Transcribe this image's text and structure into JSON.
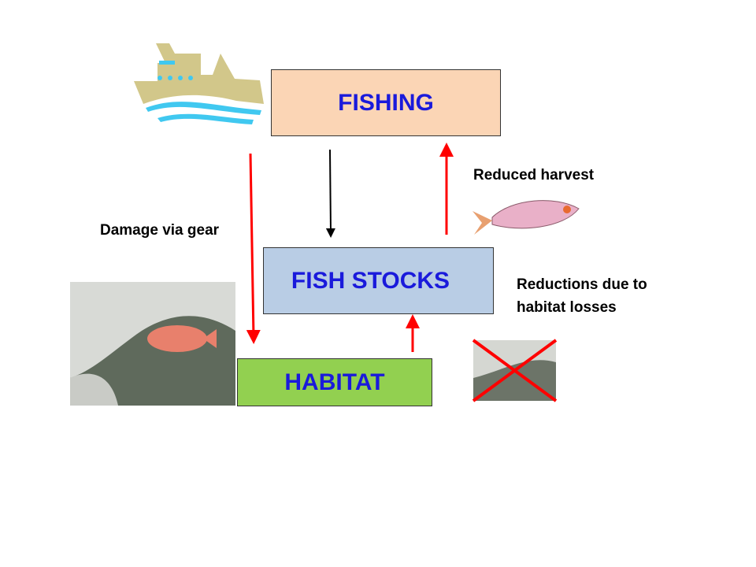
{
  "boxes": {
    "fishing": "FISHING",
    "fish_stocks": "FISH STOCKS",
    "habitat": "HABITAT"
  },
  "labels": {
    "damage": "Damage via gear",
    "reduced_harvest": "Reduced harvest",
    "reductions": "Reductions due to habitat losses"
  },
  "colors": {
    "fishing_fill": "#fbd5b5",
    "stocks_fill": "#b9cde5",
    "habitat_fill": "#92d050",
    "text": "#1a1adb",
    "arrow_red": "#ff0000"
  }
}
